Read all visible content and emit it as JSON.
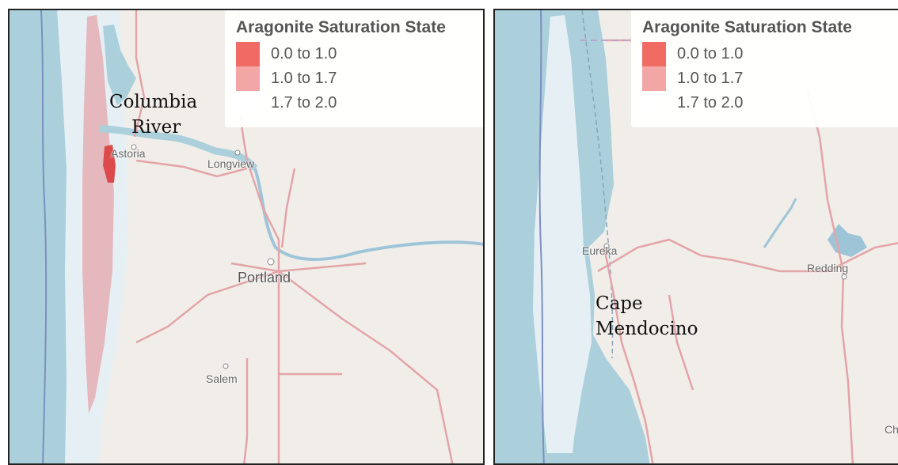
{
  "colors": {
    "land": "#f1eeea",
    "ocean": "#abd0dc",
    "shelf": "#e6f0f4",
    "band_low": "#ef6b63",
    "band_mid": "#f2a6a6",
    "band_high": "#ffffff",
    "road": "#e3a4a8",
    "river": "#9ec5d7"
  },
  "left_panel": {
    "legend": {
      "title": "Aragonite Saturation State",
      "items": [
        {
          "label": "0.0 to 1.0",
          "color": "#ef6b63"
        },
        {
          "label": "1.0 to 1.7",
          "color": "#f2a6a6"
        },
        {
          "label": "1.7 to 2.0",
          "color": "#ffffff"
        }
      ]
    },
    "annotation": {
      "line1": "Columbia",
      "line2": "River"
    },
    "places": {
      "astoria": "Astoria",
      "longview": "Longview",
      "portland": "Portland",
      "salem": "Salem"
    }
  },
  "right_panel": {
    "legend": {
      "title": "Aragonite Saturation State",
      "items": [
        {
          "label": "0.0 to 1.0",
          "color": "#ef6b63"
        },
        {
          "label": "1.0 to 1.7",
          "color": "#f2a6a6"
        },
        {
          "label": "1.7 to 2.0",
          "color": "#ffffff"
        }
      ]
    },
    "annotation": {
      "line1": "Cape",
      "line2": "Mendocino"
    },
    "places": {
      "eureka": "Eureka",
      "redding": "Redding",
      "clipped": "Ch"
    }
  }
}
